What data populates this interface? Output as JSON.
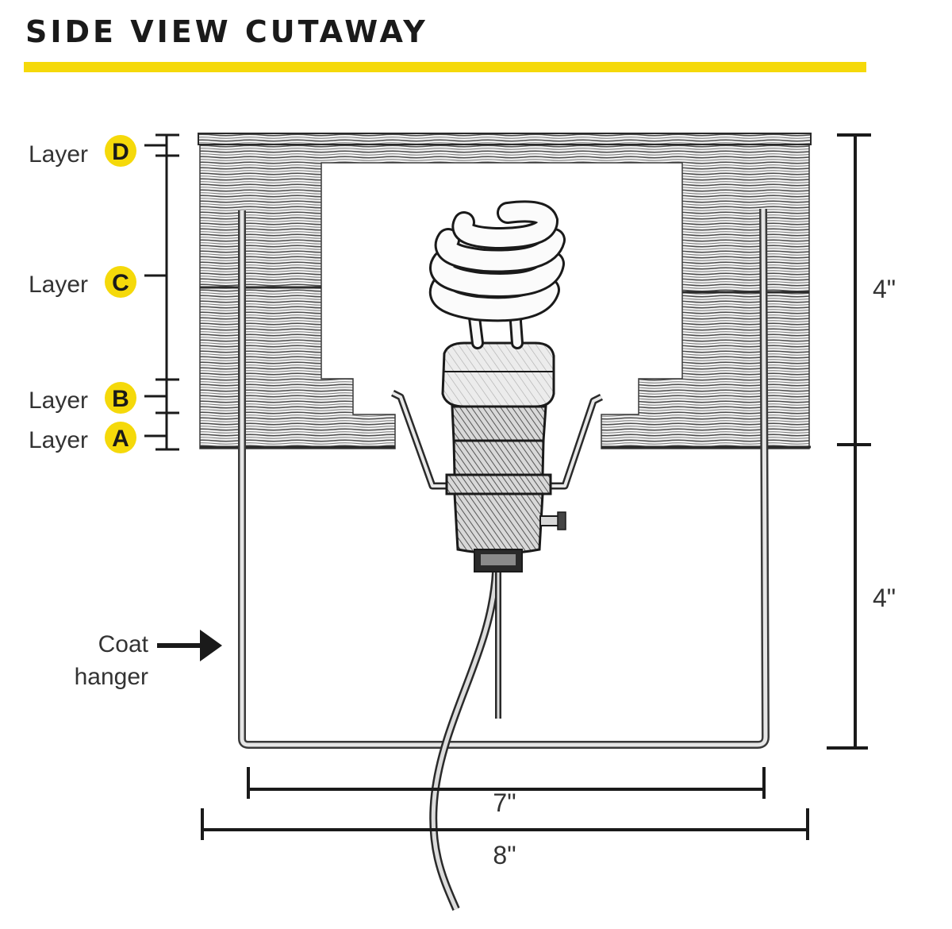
{
  "title": "SIDE VIEW CUTAWAY",
  "colors": {
    "accent_yellow": "#f5d90a",
    "ink": "#1a1a1a",
    "line_gray": "#555555",
    "fill_gray": "#cfcfcf"
  },
  "layers": [
    {
      "word": "Layer",
      "letter": "D"
    },
    {
      "word": "Layer",
      "letter": "C"
    },
    {
      "word": "Layer",
      "letter": "B"
    },
    {
      "word": "Layer",
      "letter": "A"
    }
  ],
  "coat_hanger": {
    "line1": "Coat",
    "line2": "hanger"
  },
  "dimensions": {
    "upper_height": "4\"",
    "lower_height": "4\"",
    "inner_width": "7\"",
    "outer_width": "8\""
  }
}
